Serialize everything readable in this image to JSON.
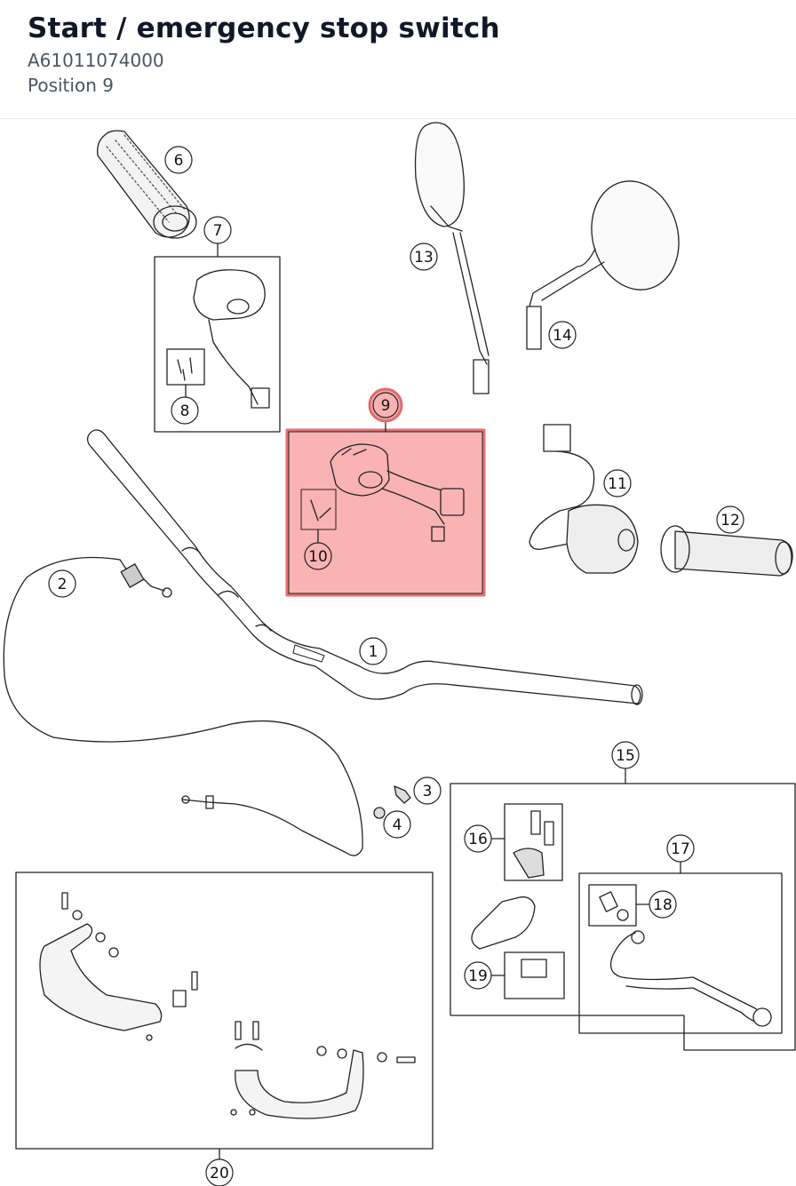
{
  "header": {
    "title": "Start / emergency stop switch",
    "part_number": "A61011074000",
    "position_label": "Position 9"
  },
  "colors": {
    "highlight": "#f7a6a6",
    "highlight_stroke": "#e26b6b",
    "line": "#222222"
  },
  "callouts": [
    "1",
    "2",
    "3",
    "4",
    "6",
    "7",
    "8",
    "9",
    "10",
    "11",
    "12",
    "13",
    "14",
    "15",
    "16",
    "17",
    "18",
    "19",
    "20"
  ],
  "selected_position": "9"
}
